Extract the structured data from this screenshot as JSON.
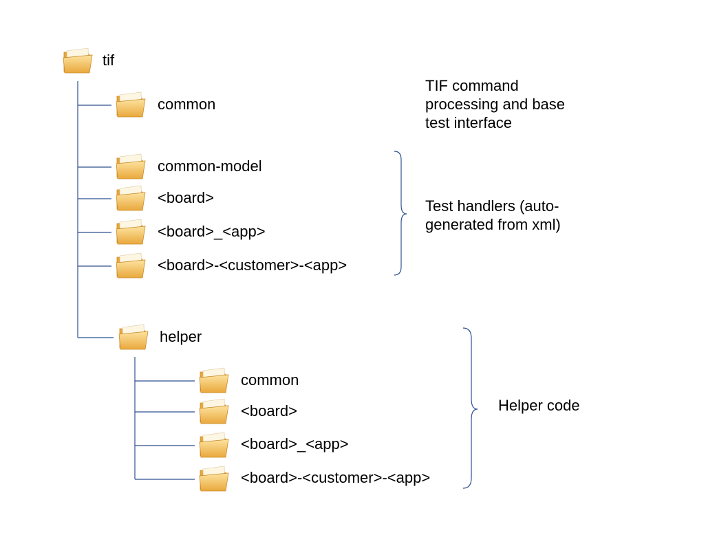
{
  "tree": {
    "root": {
      "label": "tif",
      "icon": "folder-icon"
    },
    "children": [
      {
        "label": "common",
        "icon": "folder-icon"
      },
      {
        "label": "common-model",
        "icon": "folder-icon"
      },
      {
        "label": "<board>",
        "icon": "folder-icon"
      },
      {
        "label": "<board>_<app>",
        "icon": "folder-icon"
      },
      {
        "label": "<board>-<customer>-<app>",
        "icon": "folder-icon"
      },
      {
        "label": "helper",
        "icon": "folder-icon"
      }
    ],
    "helper_children": [
      {
        "label": "common",
        "icon": "folder-icon"
      },
      {
        "label": "<board>",
        "icon": "folder-icon"
      },
      {
        "label": "<board>_<app>",
        "icon": "folder-icon"
      },
      {
        "label": "<board>-<customer>-<app>",
        "icon": "folder-icon"
      }
    ]
  },
  "annotations": {
    "common_note": [
      "TIF command",
      "processing and base",
      "test interface"
    ],
    "test_handlers_note": [
      "Test handlers (auto-",
      "generated from xml)"
    ],
    "helper_note": "Helper code"
  },
  "colors": {
    "connector": "#2f4f8f",
    "brace": "#2f4f8f",
    "folder_light": "#fde3a0",
    "folder_dark": "#e9a83c"
  }
}
